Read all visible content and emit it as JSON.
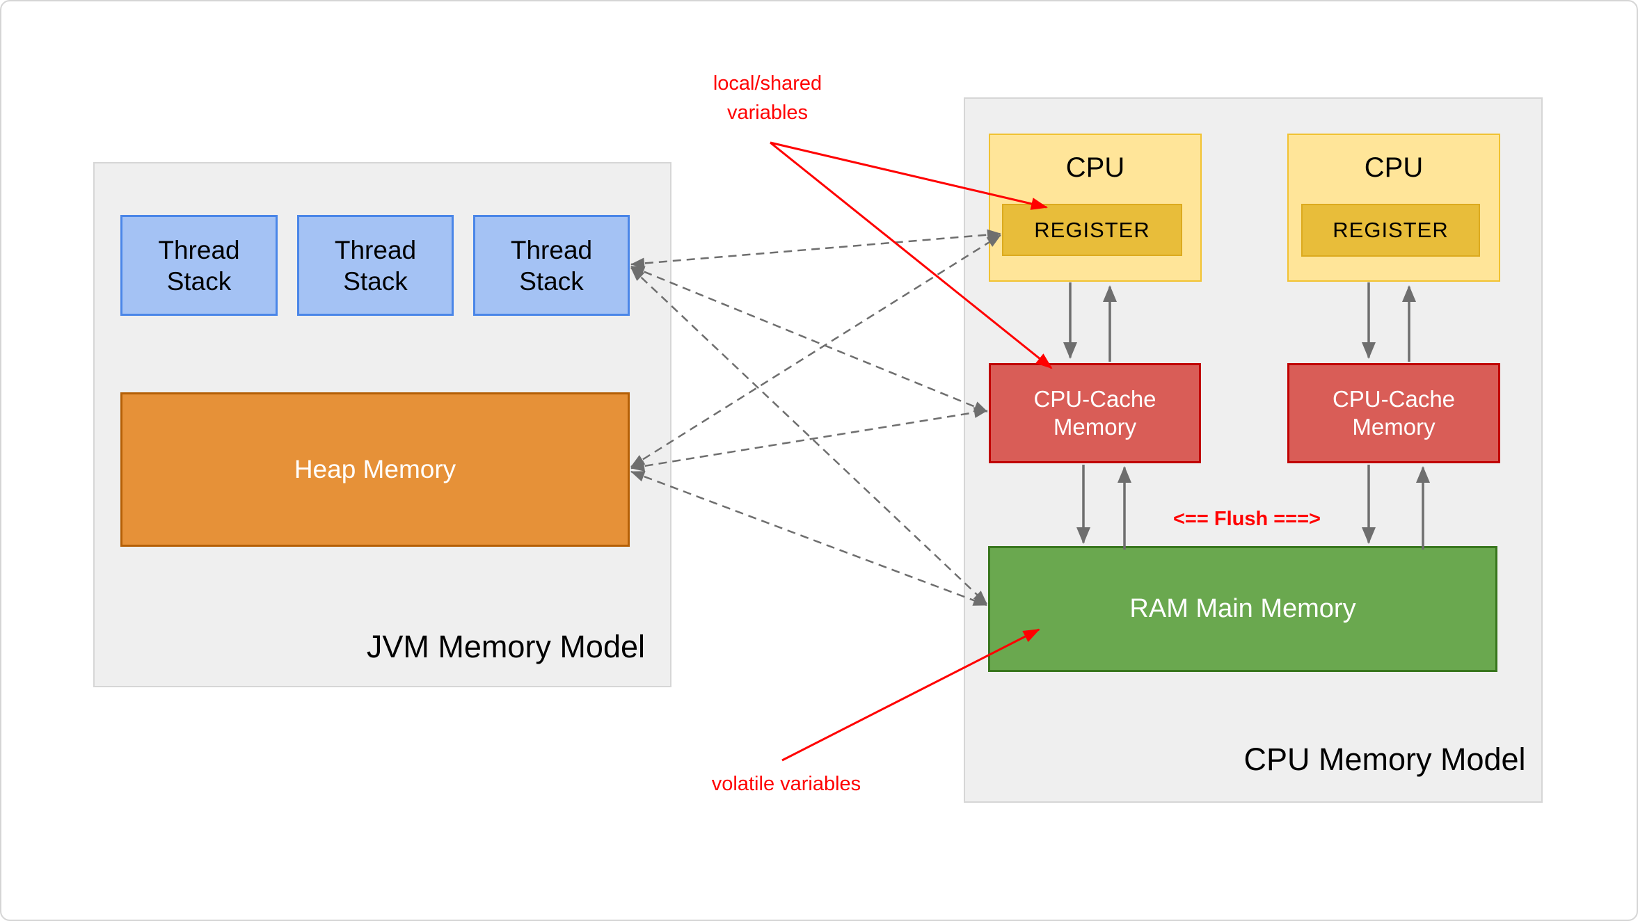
{
  "colors": {
    "container_fill": "#efefef",
    "container_border": "#d6d6d6",
    "thread_stack_fill": "#a4c2f4",
    "thread_stack_border": "#4a86e8",
    "heap_fill": "#e69138",
    "heap_border": "#b45f06",
    "cpu_fill": "#ffe599",
    "cpu_border": "#f1c232",
    "register_fill": "#e8bd3a",
    "register_border": "#dcaa1e",
    "cache_fill": "#d95d57",
    "cache_border": "#c00000",
    "ram_fill": "#6aa84f",
    "ram_border": "#38761d",
    "arrow_gray": "#6e6e6e",
    "annotation_red": "#ff0000"
  },
  "jvm": {
    "title": "JVM Memory Model",
    "thread_stacks": [
      {
        "label": "Thread\nStack"
      },
      {
        "label": "Thread\nStack"
      },
      {
        "label": "Thread\nStack"
      }
    ],
    "heap_label": "Heap Memory"
  },
  "cpu_model": {
    "title": "CPU Memory Model",
    "cpus": [
      {
        "label": "CPU",
        "register_label": "REGISTER",
        "cache_label": "CPU-Cache\nMemory"
      },
      {
        "label": "CPU",
        "register_label": "REGISTER",
        "cache_label": "CPU-Cache\nMemory"
      }
    ],
    "ram_label": "RAM Main Memory",
    "flush_label": "<== Flush ===>"
  },
  "annotations": {
    "local_shared": "local/shared\nvariables",
    "volatile": "volatile variables"
  }
}
